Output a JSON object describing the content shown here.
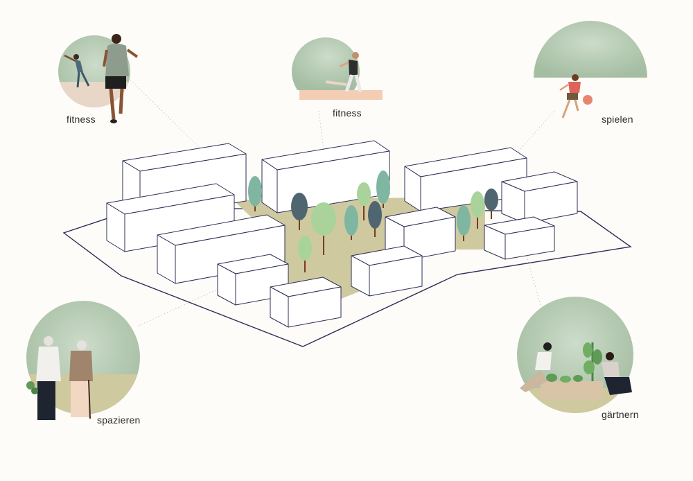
{
  "activities": {
    "fitness_left": "fitness",
    "fitness_center": "fitness",
    "spielen": "spielen",
    "spazieren": "spazieren",
    "gaertnern": "gärtnern"
  },
  "colors": {
    "background": "#fdfcf8",
    "outline": "#2f2d55",
    "green_space": "#cfc9a0",
    "circle_green": "#b9cdb6",
    "ground": "#e8d6c6",
    "tree_light": "#a9d39a",
    "tree_mid": "#7fb6a1",
    "tree_dark": "#4f6670",
    "trunk": "#7a3b1c"
  }
}
